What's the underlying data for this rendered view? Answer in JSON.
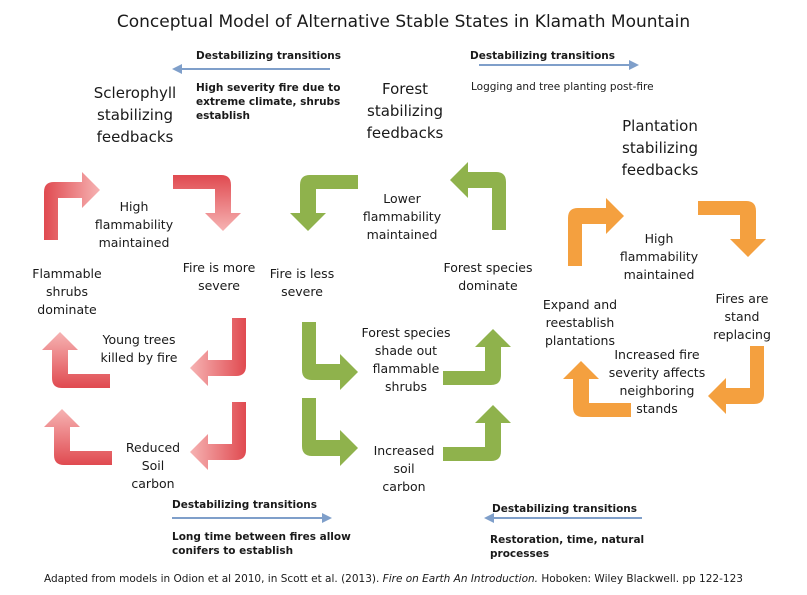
{
  "title": "Conceptual Model of Alternative Stable States in Klamath Mountain",
  "states": {
    "sclerophyll": "Sclerophyll\nstabilizing\nfeedbacks",
    "forest": "Forest\nstabilizing\nfeedbacks",
    "plantation": "Plantation\nstabilizing\nfeedbacks"
  },
  "sclerophyll_loop": {
    "high_flammability": "High\nflammability\nmaintained",
    "fire_more_severe": "Fire is more\nsevere",
    "flammable_shrubs": "Flammable\nshrubs\ndominate",
    "young_trees": "Young trees\nkilled by fire",
    "reduced_soil": "Reduced\nSoil\ncarbon"
  },
  "forest_loop": {
    "lower_flammability": "Lower\nflammability\nmaintained",
    "fire_less_severe": "Fire is less\nsevere",
    "forest_dominate": "Forest species\ndominate",
    "shade_out": "Forest species\nshade out\nflammable\nshrubs",
    "increased_soil": "Increased\nsoil\ncarbon"
  },
  "plantation_loop": {
    "high_flammability": "High\nflammability\nmaintained",
    "stand_replacing": "Fires are stand\nreplacing",
    "expand": "Expand and\nreestablish\nplantations",
    "increased_severity": "Increased fire\nseverity affects\nneighboring\nstands"
  },
  "transitions": [
    {
      "heading": "Destabilizing transitions",
      "text": "High severity fire due to\nextreme climate, shrubs\nestablish",
      "direction": "left"
    },
    {
      "heading": "Destabilizing transitions",
      "text": "Logging and tree planting post-fire",
      "direction": "right"
    },
    {
      "heading": "Destabilizing transitions",
      "text": "Long time between fires allow\nconifers to establish",
      "direction": "right"
    },
    {
      "heading": "Destabilizing transitions",
      "text": "Restoration, time, natural\nprocesses",
      "direction": "left"
    }
  ],
  "caption": {
    "pre": "Adapted from models in Odion et al 2010, in Scott et al. (2013). ",
    "italic": "Fire on Earth An Introduction.",
    "post": " Hoboken: Wiley Blackwell. pp 122-123"
  },
  "colors": {
    "red": "#e8696c",
    "green": "#8fb24c",
    "orange": "#f4a03f",
    "blue": "#7f9fca"
  }
}
